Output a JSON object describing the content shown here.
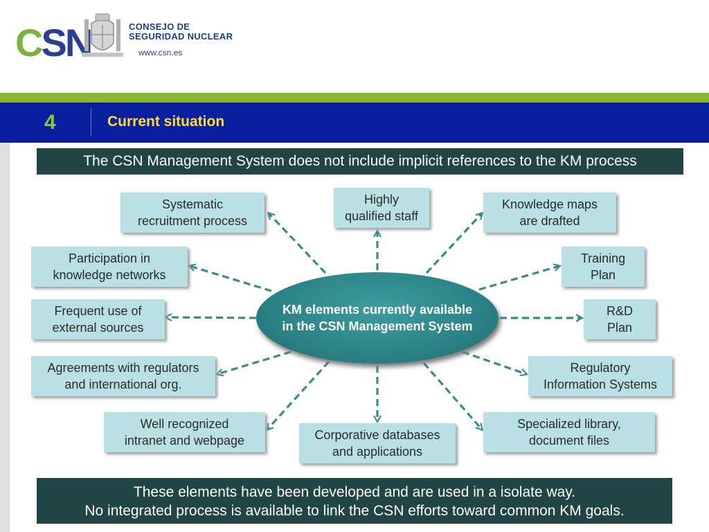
{
  "logo": {
    "csn_c": "C",
    "csn_s": "S",
    "csn_n": "N",
    "org_line1": "CONSEJO DE",
    "org_line2": "SEGURIDAD NUCLEAR",
    "url": "www.csn.es"
  },
  "header": {
    "section_number": "4",
    "section_title": "Current situation"
  },
  "top_banner": "The CSN Management System does not include implicit references to the KM process",
  "center": "KM elements currently available\nin the CSN Management System",
  "nodes": [
    "Systematic\nrecruitment process",
    "Highly\nqualified staff",
    "Knowledge maps\nare drafted",
    "Participation in\nknowledge networks",
    "Training\nPlan",
    "Frequent use of\nexternal sources",
    "R&D\nPlan",
    "Agreements with regulators\nand international org.",
    "Regulatory\nInformation Systems",
    "Well recognized\nintranet and webpage",
    "Corporative databases\nand applications",
    "Specialized library,\ndocument files"
  ],
  "bottom_banner": {
    "line1": "These elements have been developed and are used in a isolate way.",
    "line2": "No integrated process is available to link the CSN efforts toward common KM goals."
  },
  "colors": {
    "accent_green": "#8ab834",
    "header_blue": "#0a1ea0",
    "title_yellow": "#ffdd33",
    "node_fill": "#b9e0e4",
    "center_fill": "#2b8284",
    "arrow": "#3a8a8a",
    "banner_fill": "#214444"
  }
}
